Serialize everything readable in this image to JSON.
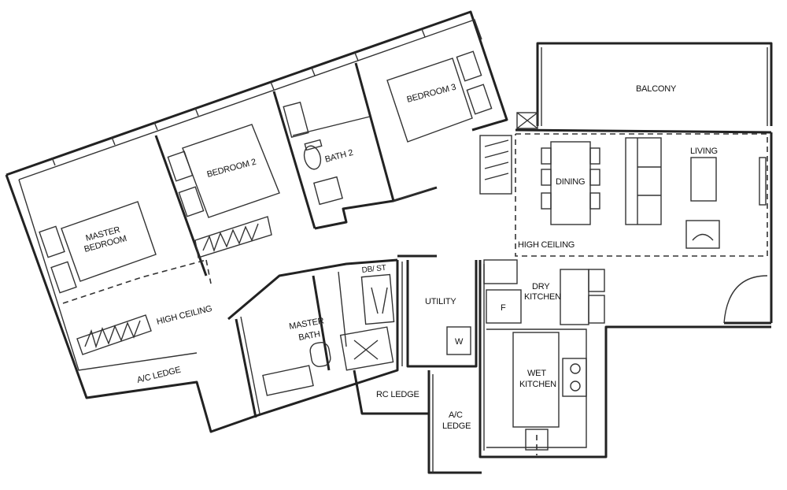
{
  "rooms": {
    "balcony": "BALCONY",
    "bedroom3": "BEDROOM 3",
    "bath2": "BATH 2",
    "bedroom2": "BEDROOM 2",
    "master_bedroom_1": "MASTER",
    "master_bedroom_2": "BEDROOM",
    "dining": "DINING",
    "living": "LIVING",
    "high_ceiling_living": "HIGH CEILING",
    "high_ceiling_bedroom": "HIGH CEILING",
    "db_st": "DB/ ST",
    "utility": "UTILITY",
    "dry_kitchen_1": "DRY",
    "dry_kitchen_2": "KITCHEN",
    "master_bath_1": "MASTER",
    "master_bath_2": "BATH",
    "wet_kitchen_1": "WET",
    "wet_kitchen_2": "KITCHEN",
    "ac_ledge_left": "A/C LEDGE",
    "rc_ledge": "RC LEDGE",
    "ac_ledge_mid_1": "A/C",
    "ac_ledge_mid_2": "LEDGE"
  },
  "appliances": {
    "fridge": "F",
    "washer": "W"
  }
}
